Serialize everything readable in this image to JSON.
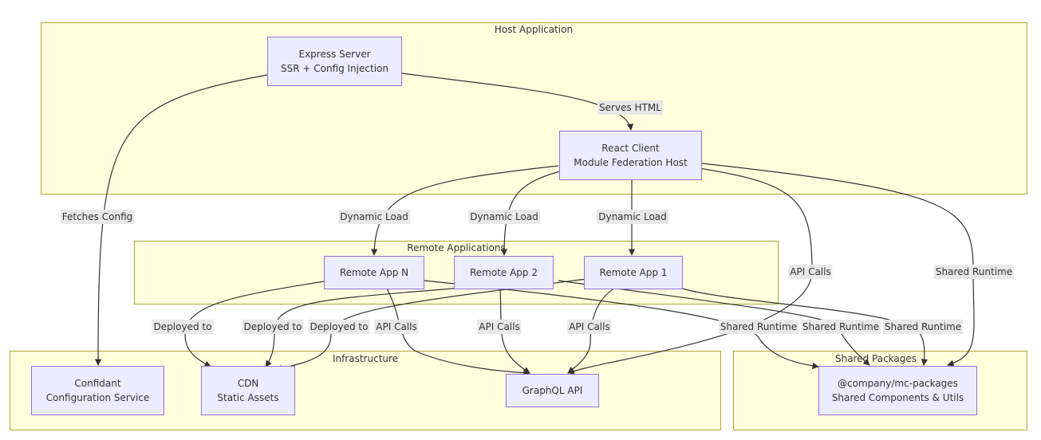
{
  "clusters": {
    "host": "Host Application",
    "remotes": "Remote Applications",
    "infra": "Infrastructure",
    "shared": "Shared Packages"
  },
  "nodes": {
    "express": {
      "line1": "Express Server",
      "line2": "SSR + Config Injection"
    },
    "react": {
      "line1": "React Client",
      "line2": "Module Federation Host"
    },
    "remoteN": {
      "line1": "Remote App N"
    },
    "remote2": {
      "line1": "Remote App 2"
    },
    "remote1": {
      "line1": "Remote App 1"
    },
    "confidant": {
      "line1": "Confidant",
      "line2": "Configuration Service"
    },
    "cdn": {
      "line1": "CDN",
      "line2": "Static Assets"
    },
    "graphql": {
      "line1": "GraphQL API"
    },
    "packages": {
      "line1": "@company/mc-packages",
      "line2": "Shared Components & Utils"
    }
  },
  "edges": {
    "serves_html": "Serves HTML",
    "fetches_config": "Fetches Config",
    "dynamic_load_n": "Dynamic Load",
    "dynamic_load_2": "Dynamic Load",
    "dynamic_load_1": "Dynamic Load",
    "api_calls_host": "API Calls",
    "shared_runtime_host": "Shared Runtime",
    "deployed_n": "Deployed to",
    "deployed_2": "Deployed to",
    "deployed_1": "Deployed to",
    "api_calls_n": "API Calls",
    "api_calls_2": "API Calls",
    "api_calls_1": "API Calls",
    "shared_runtime_n": "Shared Runtime",
    "shared_runtime_2": "Shared Runtime",
    "shared_runtime_1": "Shared Runtime"
  },
  "colors": {
    "cluster_fill": "#ffffde",
    "cluster_border": "#aaaa33",
    "node_fill": "#ececff",
    "node_border": "#9370db",
    "edge": "#333333",
    "label_bg": "#e8e8e8"
  }
}
